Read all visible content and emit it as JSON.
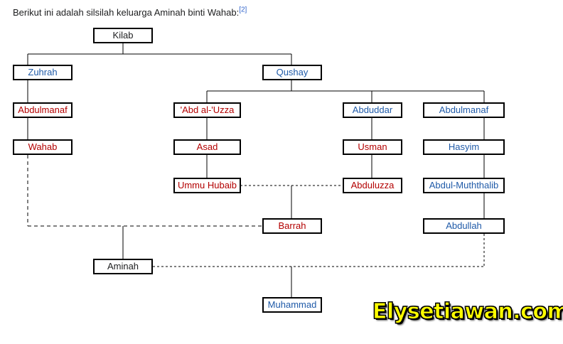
{
  "intro": {
    "text": "Berikut ini adalah silsilah keluarga Aminah binti Wahab:",
    "ref": "[2]"
  },
  "colors": {
    "black": "#202122",
    "blue": "#1f5aa8",
    "red": "#b30000"
  },
  "nodes": {
    "kilab": "Kilab",
    "zuhrah": "Zuhrah",
    "qushay": "Qushay",
    "abdulmanaf_left": "Abdulmanaf",
    "abd_al_uzza": "'Abd al-'Uzza",
    "abduddar": "Abduddar",
    "abdulmanaf_right": "Abdulmanaf",
    "wahab": "Wahab",
    "asad": "Asad",
    "usman": "Usman",
    "hasyim": "Hasyim",
    "ummu_hubaib": "Ummu Hubaib",
    "abduluzza": "Abduluzza",
    "abdul_muththalib": "Abdul-Muththalib",
    "barrah": "Barrah",
    "abdullah": "Abdullah",
    "aminah": "Aminah",
    "muhammad": "Muhammad"
  },
  "watermark": "Elysetiawan.com"
}
